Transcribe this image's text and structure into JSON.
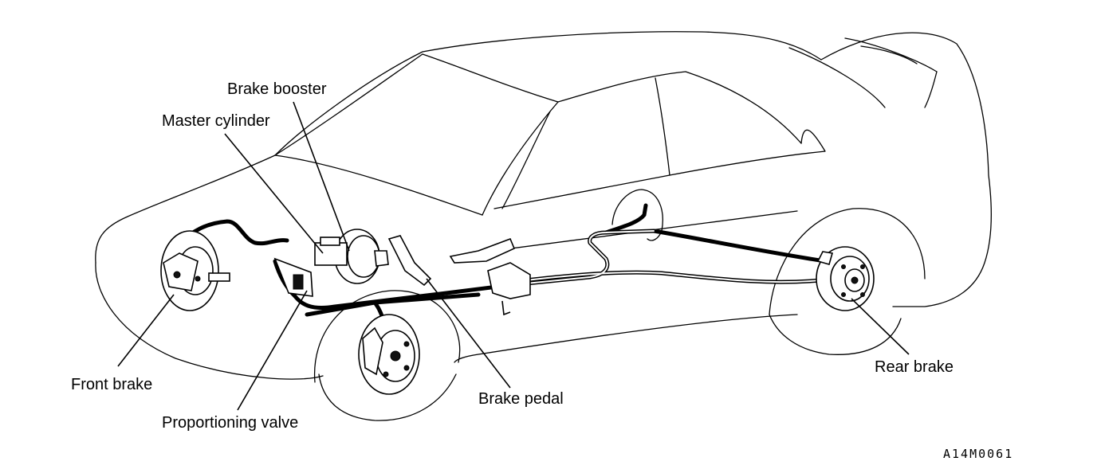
{
  "labels": {
    "brake_booster": "Brake booster",
    "master_cylinder": "Master cylinder",
    "front_brake": "Front brake",
    "proportioning_valve": "Proportioning valve",
    "brake_pedal": "Brake pedal",
    "rear_brake": "Rear brake"
  },
  "figure_code": "A14M0061"
}
